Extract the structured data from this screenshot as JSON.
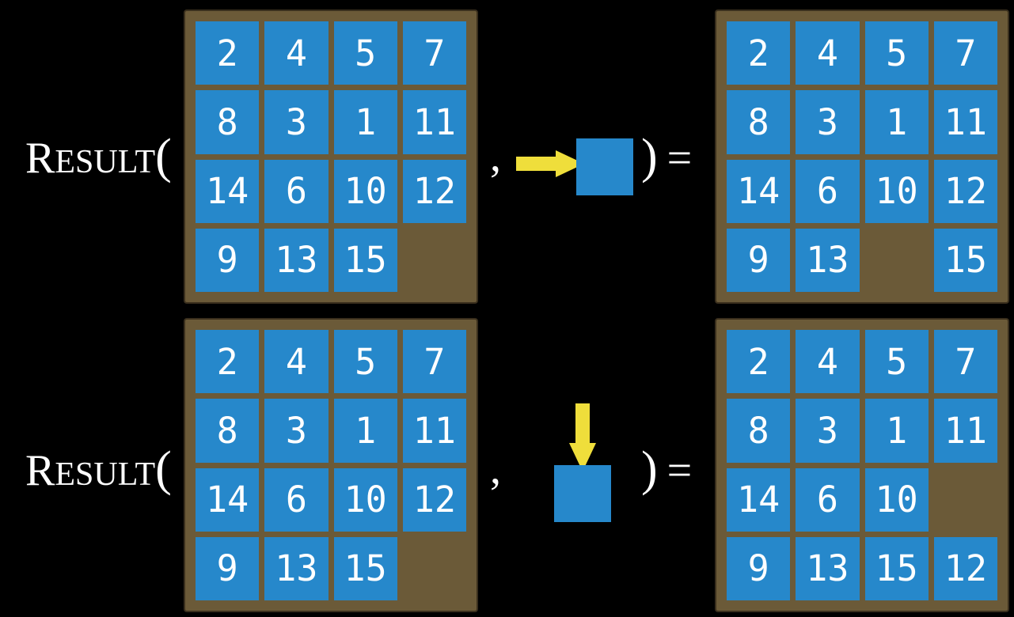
{
  "function": {
    "initial": "R",
    "rest": "ESULT",
    "open_paren": "(",
    "comma": ",",
    "close_paren": ")",
    "equals": "="
  },
  "colors": {
    "background": "#000000",
    "frame_brown": "#6B5A38",
    "tile_blue": "#2688CB",
    "arrow_yellow": "#EFDE3B",
    "text_white": "#FFFFFF"
  },
  "rows": [
    {
      "action": "move-blank-right",
      "arrow_direction": "right",
      "input_grid": [
        [
          "2",
          "4",
          "5",
          "7"
        ],
        [
          "8",
          "3",
          "1",
          "11"
        ],
        [
          "14",
          "6",
          "10",
          "12"
        ],
        [
          "9",
          "13",
          "15",
          ""
        ]
      ],
      "output_grid": [
        [
          "2",
          "4",
          "5",
          "7"
        ],
        [
          "8",
          "3",
          "1",
          "11"
        ],
        [
          "14",
          "6",
          "10",
          "12"
        ],
        [
          "9",
          "13",
          "",
          "15"
        ]
      ]
    },
    {
      "action": "move-blank-down",
      "arrow_direction": "down",
      "input_grid": [
        [
          "2",
          "4",
          "5",
          "7"
        ],
        [
          "8",
          "3",
          "1",
          "11"
        ],
        [
          "14",
          "6",
          "10",
          "12"
        ],
        [
          "9",
          "13",
          "15",
          ""
        ]
      ],
      "output_grid": [
        [
          "2",
          "4",
          "5",
          "7"
        ],
        [
          "8",
          "3",
          "1",
          "11"
        ],
        [
          "14",
          "6",
          "10",
          ""
        ],
        [
          "9",
          "13",
          "15",
          "12"
        ]
      ]
    }
  ]
}
